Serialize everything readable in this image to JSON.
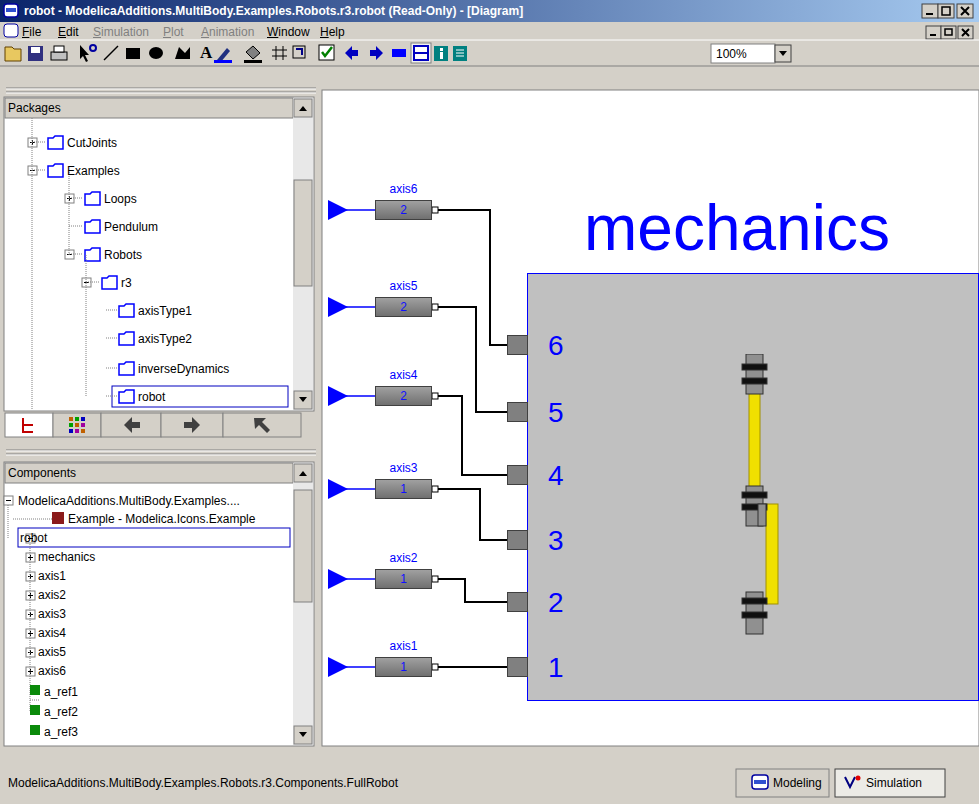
{
  "diagram": {
    "title": "robot - ModelicaAdditions.MultiBody.Examples.Robots.r3.robot (Read-Only) - [Diagram]",
    "nodes": [
      {
        "text": [
          "axis6",
          "2"
        ]
      },
      {
        "text": [
          "axis5",
          "2"
        ]
      },
      {
        "text": [
          "axis4",
          "2"
        ]
      },
      {
        "text": [
          "axis3",
          "1"
        ]
      },
      {
        "text": [
          "axis2",
          "1"
        ]
      },
      {
        "text": [
          "axis1",
          "1"
        ]
      },
      {
        "text": [
          "mechanics"
        ]
      },
      {
        "text": [
          "6"
        ],
        "in": 6
      },
      {
        "text": [
          "5"
        ],
        "in": 6
      },
      {
        "text": [
          "4"
        ],
        "in": 6
      },
      {
        "text": [
          "3"
        ],
        "in": 6
      },
      {
        "text": [
          "2"
        ],
        "in": 6
      },
      {
        "text": [
          "1"
        ],
        "in": 6
      }
    ],
    "edges": [
      {
        "from": 0,
        "to": 7,
        "arrow": "none"
      },
      {
        "from": 1,
        "to": 8,
        "arrow": "none"
      },
      {
        "from": 2,
        "to": 9,
        "arrow": "none"
      },
      {
        "from": 3,
        "to": 10,
        "arrow": "none"
      },
      {
        "from": 4,
        "to": 11,
        "arrow": "none"
      },
      {
        "from": 5,
        "to": 12,
        "arrow": "none"
      }
    ],
    "labels": [
      "File",
      "Edit",
      "Simulation",
      "Plot",
      "Animation",
      "Window",
      "Help",
      "A",
      "100%",
      "Packages",
      "CutJoints",
      "Examples",
      "Loops",
      "Pendulum",
      "Robots",
      "r3",
      "axisType1",
      "axisType2",
      "inverseDynamics",
      "robot",
      "Components",
      "ModelicaAdditions.MultiBody.Examples....",
      "Example - Modelica.Icons.Example",
      "robot",
      "mechanics",
      "axis1",
      "axis2",
      "axis3",
      "axis4",
      "axis5",
      "axis6",
      "a_ref1",
      "a_ref2",
      "a_ref3",
      "ModelicaAdditions.MultiBody.Examples.Robots.r3.Components.FullRobot",
      "Modeling",
      "Simulation"
    ]
  }
}
